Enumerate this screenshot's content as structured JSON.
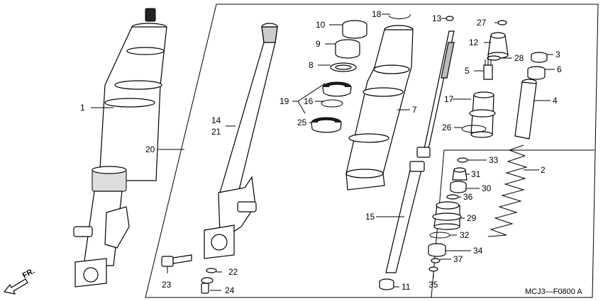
{
  "diagram": {
    "code": "MCJ3—F0800 A",
    "direction_mark": "FR.",
    "parts": [
      {
        "id": "p1",
        "label": "1"
      },
      {
        "id": "p2",
        "label": "2"
      },
      {
        "id": "p3",
        "label": "3"
      },
      {
        "id": "p4",
        "label": "4"
      },
      {
        "id": "p5",
        "label": "5"
      },
      {
        "id": "p6",
        "label": "6"
      },
      {
        "id": "p7",
        "label": "7"
      },
      {
        "id": "p8",
        "label": "8"
      },
      {
        "id": "p9",
        "label": "9"
      },
      {
        "id": "p10",
        "label": "10"
      },
      {
        "id": "p11",
        "label": "11"
      },
      {
        "id": "p12",
        "label": "12"
      },
      {
        "id": "p13",
        "label": "13"
      },
      {
        "id": "p14",
        "label": "14"
      },
      {
        "id": "p15",
        "label": "15"
      },
      {
        "id": "p16",
        "label": "16"
      },
      {
        "id": "p17",
        "label": "17"
      },
      {
        "id": "p18",
        "label": "18"
      },
      {
        "id": "p19",
        "label": "19"
      },
      {
        "id": "p20",
        "label": "20"
      },
      {
        "id": "p21",
        "label": "21"
      },
      {
        "id": "p22",
        "label": "22"
      },
      {
        "id": "p23",
        "label": "23"
      },
      {
        "id": "p24",
        "label": "24"
      },
      {
        "id": "p25",
        "label": "25"
      },
      {
        "id": "p26",
        "label": "26"
      },
      {
        "id": "p27",
        "label": "27"
      },
      {
        "id": "p28",
        "label": "28"
      },
      {
        "id": "p29",
        "label": "29"
      },
      {
        "id": "p30",
        "label": "30"
      },
      {
        "id": "p31",
        "label": "31"
      },
      {
        "id": "p32",
        "label": "32"
      },
      {
        "id": "p33",
        "label": "33"
      },
      {
        "id": "p34",
        "label": "34"
      },
      {
        "id": "p35",
        "label": "35"
      },
      {
        "id": "p36",
        "label": "36"
      },
      {
        "id": "p37",
        "label": "37"
      }
    ]
  }
}
